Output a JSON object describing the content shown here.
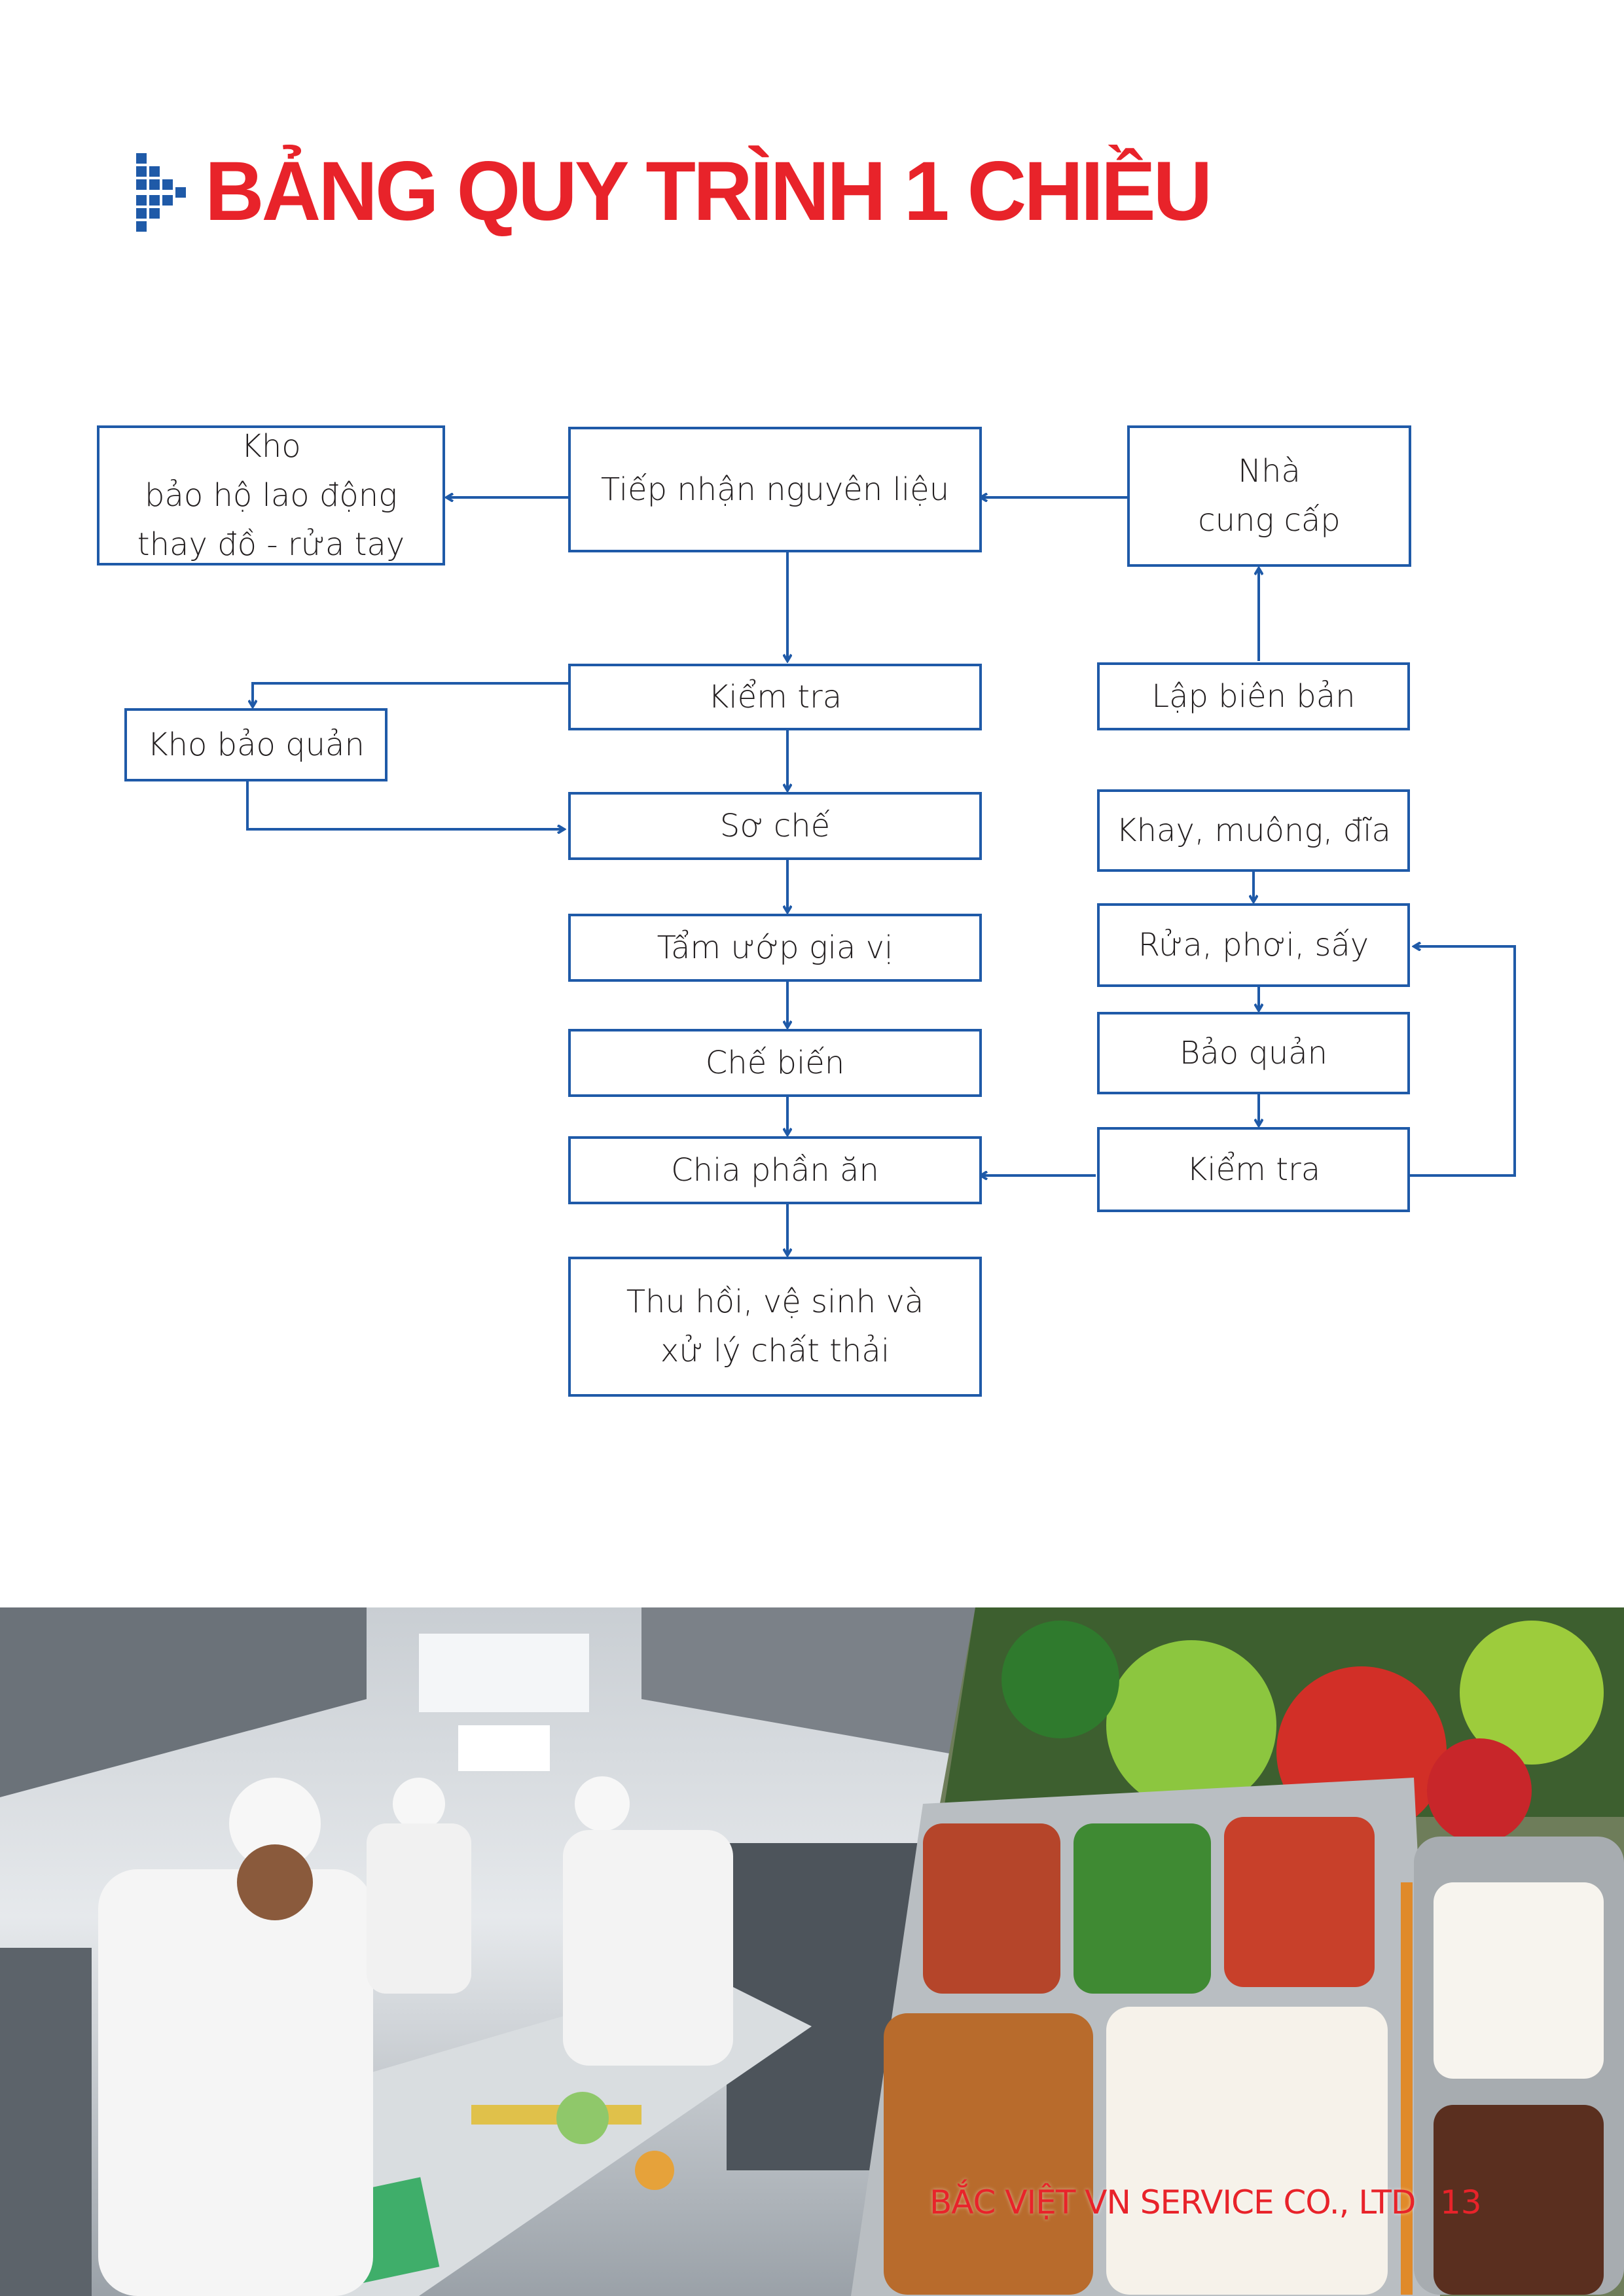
{
  "title": "BẢNG QUY TRÌNH 1 CHIỀU",
  "boxes": {
    "kho_bao_ho": [
      "Kho",
      "bảo hộ lao động",
      "thay đồ - rửa tay"
    ],
    "tiep_nhan": "Tiếp nhận nguyên liệu",
    "nha_cung_cap": [
      "Nhà",
      "cung cấp"
    ],
    "kiem_tra_1": "Kiểm tra",
    "lap_bien_ban": "Lập biên bản",
    "kho_bao_quan": "Kho bảo quản",
    "so_che": "Sơ chế",
    "khay_muong_dia": "Khay, muông, đĩa",
    "tam_uop": "Tẩm ướp gia vị",
    "rua_phoi_say": "Rửa, phơi, sấy",
    "che_bien": "Chế biến",
    "bao_quan": "Bảo quản",
    "chia_phan_an": "Chia phần ăn",
    "kiem_tra_2": "Kiểm tra",
    "thu_hoi": [
      "Thu hồi, vệ sinh và",
      "xử lý chất thải"
    ]
  },
  "footer": {
    "company": "BẮC VIỆT VN SERVICE CO., LTD",
    "page": "13"
  },
  "colors": {
    "title": "#e8232a",
    "line": "#1f5aa8",
    "icon": "#1f5aa8"
  },
  "icons": [
    "chevron-right-icon",
    "kitchen-photo",
    "food-tray-photo"
  ]
}
